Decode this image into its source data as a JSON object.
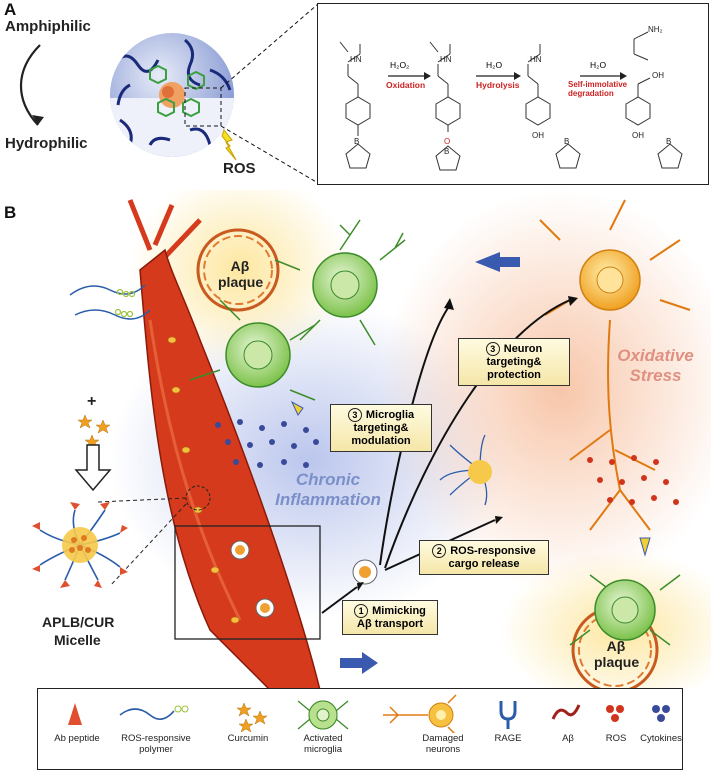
{
  "panel_a": {
    "letter": "A",
    "amphiphilic": "Amphiphilic",
    "hydrophilic": "Hydrophilic",
    "ros": "ROS",
    "reaction": {
      "step1_reagent": "H₂O₂",
      "step1_label": "Oxidation",
      "step2_reagent": "H₂O",
      "step2_label": "Hydrolysis",
      "step3_reagent": "H₂O",
      "step3_label": "Self-immolative degradation",
      "atoms": {
        "hn": "HN",
        "nh2": "NH₂",
        "o": "O",
        "b": "B",
        "oh": "OH"
      }
    }
  },
  "panel_b": {
    "letter": "B",
    "plaque_top": "Aβ plaque",
    "plaque_bottom": "Aβ plaque",
    "plus": "+",
    "micelle_label_1": "APLB/CUR",
    "micelle_label_2": "Micelle",
    "chronic": "Chronic Inflammation",
    "oxidative": "Oxidative Stress",
    "step1": {
      "num": "1",
      "text": "Mimicking Aβ transport"
    },
    "step2": {
      "num": "2",
      "text": "ROS-responsive cargo release"
    },
    "step3a": {
      "num": "3",
      "text": "Microglia targeting& modulation"
    },
    "step3b": {
      "num": "3",
      "text": "Neuron targeting& protection"
    }
  },
  "legend": [
    {
      "label": "Ab peptide",
      "icon": "ab-peptide-icon"
    },
    {
      "label": "ROS-responsive polymer",
      "icon": "polymer-icon"
    },
    {
      "label": "Curcumin",
      "icon": "curcumin-icon"
    },
    {
      "label": "Activated microglia",
      "icon": "microglia-icon"
    },
    {
      "label": "Damaged neurons",
      "icon": "neuron-icon"
    },
    {
      "label": "RAGE",
      "icon": "rage-icon"
    },
    {
      "label": "Aβ",
      "icon": "abeta-icon"
    },
    {
      "label": "ROS",
      "icon": "ros-icon"
    },
    {
      "label": "Cytokines",
      "icon": "cytokine-icon"
    }
  ],
  "colors": {
    "vessel": "#d63a1c",
    "microglia": "#6fbf3e",
    "neuron": "#f0a020",
    "label_red": "#cc2222",
    "blue_text": "#7b8fc9"
  }
}
